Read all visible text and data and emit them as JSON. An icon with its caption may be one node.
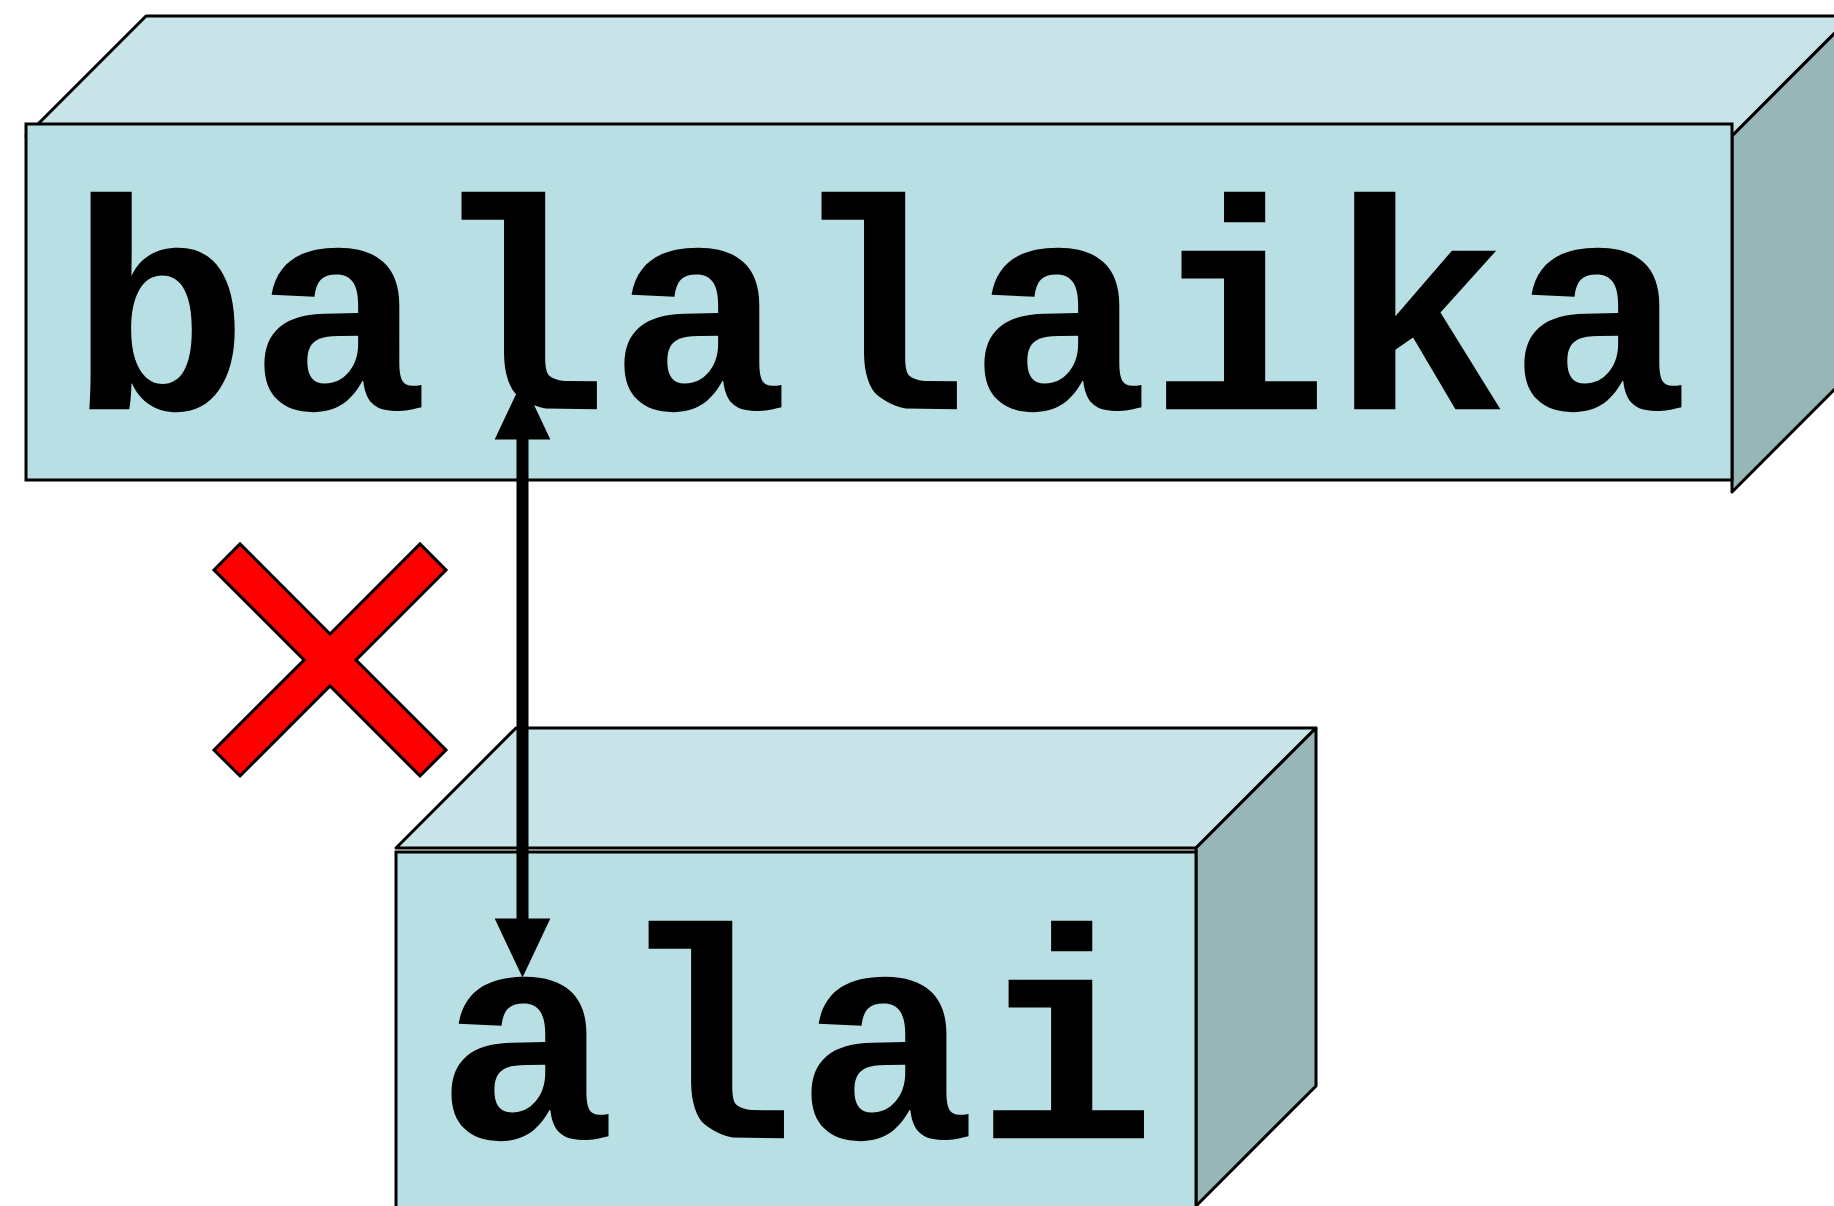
{
  "diagram": {
    "nodes": [
      {
        "text": [
          "balalaika"
        ]
      },
      {
        "text": [
          "alai"
        ]
      },
      {
        "text": [],
        "shape": "cross"
      }
    ],
    "edges": [
      {
        "from": 0,
        "to": 1,
        "arrow": "both"
      }
    ]
  }
}
